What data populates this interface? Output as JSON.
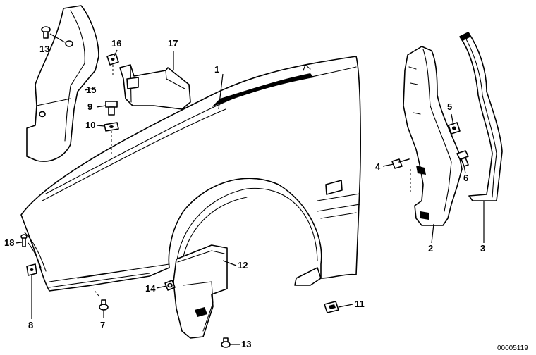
{
  "callouts": {
    "c1": "1",
    "c2": "2",
    "c3": "3",
    "c4": "4",
    "c5": "5",
    "c6": "6",
    "c7": "7",
    "c8": "8",
    "c9": "9",
    "c10": "10",
    "c11": "11",
    "c12": "12",
    "c13a": "13",
    "c13b": "13",
    "c14": "14",
    "c15": "15",
    "c16": "16",
    "c17": "17",
    "c18": "18"
  },
  "document_number": "00005119"
}
